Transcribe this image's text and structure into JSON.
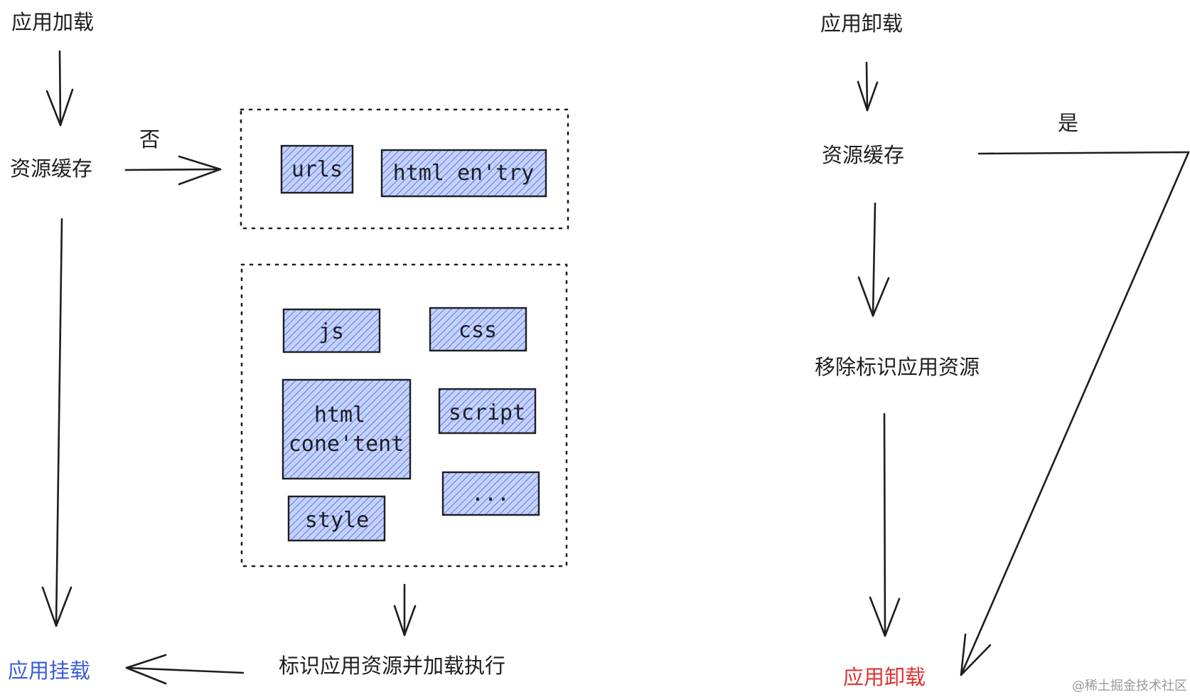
{
  "left_flow": {
    "app_load": "应用加载",
    "resource_cache": "资源缓存",
    "no_label": "否",
    "identify_and_execute": "标识应用资源并加载执行",
    "app_mount": "应用挂载"
  },
  "top_group": {
    "boxes": [
      "urls",
      "html en'try"
    ]
  },
  "bottom_group": {
    "boxes": [
      "js",
      "css",
      "html",
      "cone'tent",
      "script",
      "style",
      "..."
    ]
  },
  "right_flow": {
    "app_unload_top": "应用卸载",
    "resource_cache": "资源缓存",
    "yes_label": "是",
    "remove_identified": "移除标识应用资源",
    "app_unload_bottom": "应用卸载"
  },
  "watermark": "@稀土掘金技术社区",
  "colors": {
    "box_fill": "#bfcdfb",
    "hatch": "#4263eb",
    "mount_label": "#3b5bdb",
    "unload_label": "#e03131"
  }
}
